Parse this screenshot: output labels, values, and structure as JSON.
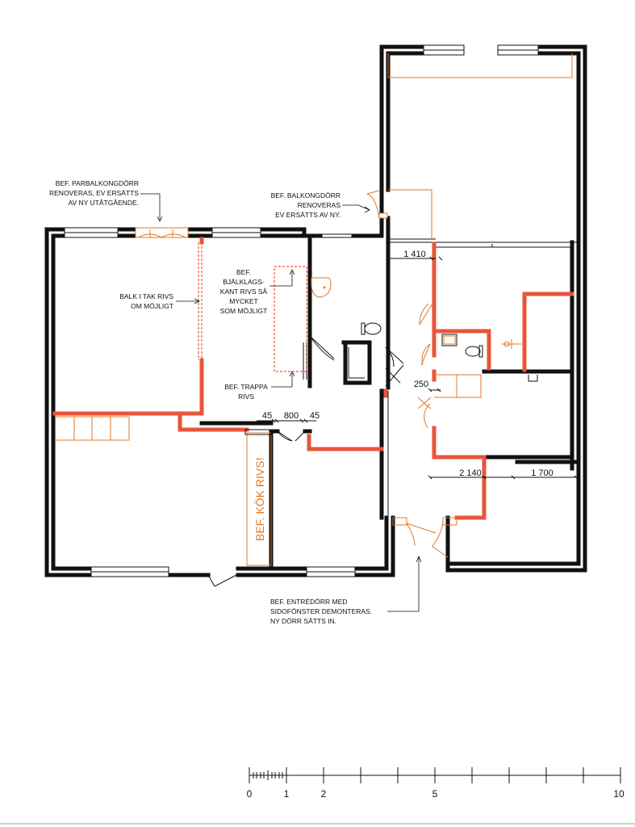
{
  "annotations": {
    "parbalkong": [
      "BEF. PARBALKONGDÖRR",
      "RENOVERAS, EV ERSÄTTS",
      "AV NY UTÅTGÅENDE."
    ],
    "balkong": [
      "BEF. BALKONGDÖRR",
      "RENOVERAS",
      "EV ERSÄTTS AV NY."
    ],
    "balk": [
      "BALK I TAK RIVS",
      "OM MÖJLIGT"
    ],
    "bjalklag": [
      "BEF.",
      "BJÄLKLAGS-",
      "KANT RIVS SÅ",
      "MYCKET",
      "SOM MÖJLIGT"
    ],
    "trappa": [
      "BEF. TRAPPA",
      "RIVS"
    ],
    "entre": [
      "BEF. ENTRÉDÖRR MED",
      "SIDOFÖNSTER DEMONTERAS.",
      "NY DÖRR SÄTTS IN."
    ],
    "kok": "BEF. KÖK RIVS!"
  },
  "dimensions": {
    "d1410": "1 410",
    "d250": "250",
    "d45a": "45",
    "d800": "800",
    "d45b": "45",
    "d2140": "2 140",
    "d1700": "1 700"
  },
  "scale_bar": {
    "labels": [
      "0",
      "1",
      "2",
      "5",
      "10"
    ]
  },
  "colors": {
    "demolition": "#e8553a",
    "existing": "#111111",
    "fixtures": "#e0782a"
  }
}
